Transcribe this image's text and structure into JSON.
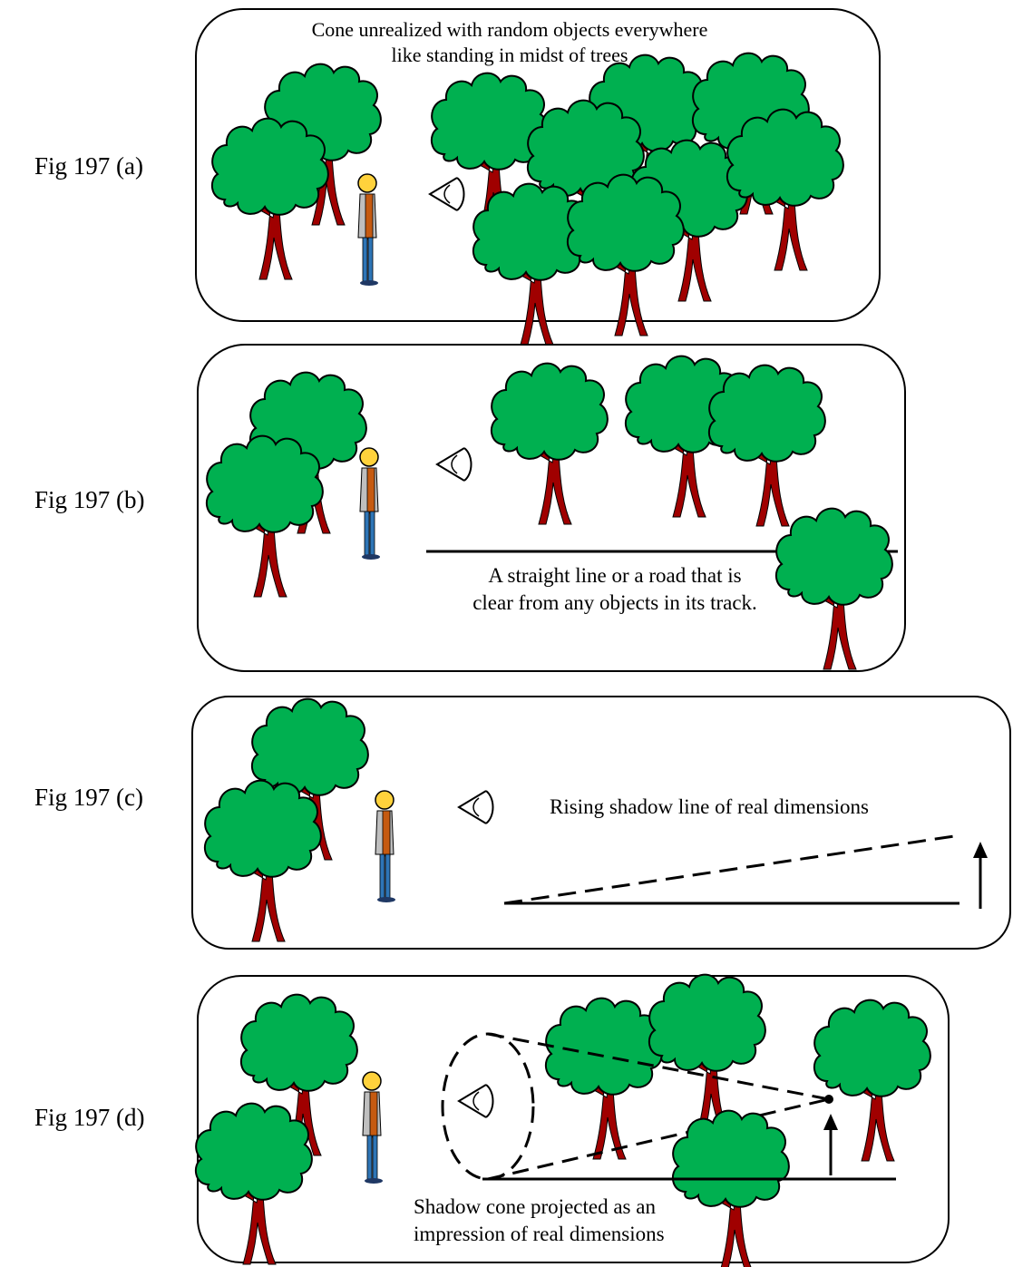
{
  "panels": [
    {
      "label": "Fig 197 (a)",
      "caption": [
        "Cone unrealized with random objects everywhere",
        "like standing in midst of trees"
      ]
    },
    {
      "label": "Fig 197 (b)",
      "caption": [
        "A straight line or a road that is",
        "clear from any objects in its track."
      ]
    },
    {
      "label": "Fig 197 (c)",
      "caption": [
        "Rising shadow line of real dimensions"
      ]
    },
    {
      "label": "Fig 197 (d)",
      "caption": [
        "Shadow cone projected as an",
        "impression of real dimensions"
      ]
    }
  ],
  "colors": {
    "foliage": "#00b050",
    "trunk": "#a00000",
    "skin": "#ffd23c",
    "shirt": "#c55a11",
    "jacket": "#bfbfbf",
    "trousers": "#2e75b6",
    "outline": "#000000"
  }
}
